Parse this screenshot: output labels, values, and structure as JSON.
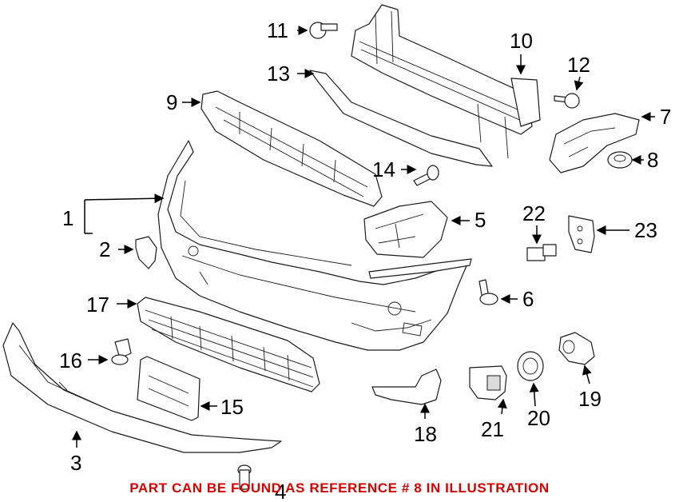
{
  "callouts": [
    {
      "id": "1",
      "text": "1"
    },
    {
      "id": "2",
      "text": "2"
    },
    {
      "id": "3",
      "text": "3"
    },
    {
      "id": "4",
      "text": "4"
    },
    {
      "id": "5",
      "text": "5"
    },
    {
      "id": "6",
      "text": "6"
    },
    {
      "id": "7",
      "text": "7"
    },
    {
      "id": "8",
      "text": "8"
    },
    {
      "id": "9",
      "text": "9"
    },
    {
      "id": "10",
      "text": "10"
    },
    {
      "id": "11",
      "text": "11"
    },
    {
      "id": "12",
      "text": "12"
    },
    {
      "id": "13",
      "text": "13"
    },
    {
      "id": "14",
      "text": "14"
    },
    {
      "id": "15",
      "text": "15"
    },
    {
      "id": "16",
      "text": "16"
    },
    {
      "id": "17",
      "text": "17"
    },
    {
      "id": "18",
      "text": "18"
    },
    {
      "id": "19",
      "text": "19"
    },
    {
      "id": "20",
      "text": "20"
    },
    {
      "id": "21",
      "text": "21"
    },
    {
      "id": "22",
      "text": "22"
    },
    {
      "id": "23",
      "text": "23"
    }
  ],
  "notice": "PART CAN BE FOUND AS REFERENCE # 8 IN ILLUSTRATION",
  "colors": {
    "notice": "#d40000",
    "line": "#1a1a1a",
    "background": "#ffffff"
  }
}
